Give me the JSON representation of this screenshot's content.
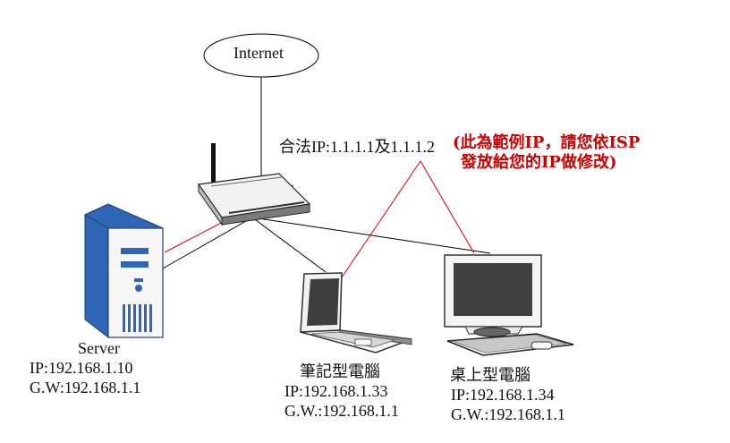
{
  "internet": {
    "label": "Internet"
  },
  "router": {
    "label": "合法IP:1.1.1.1及1.1.1.2"
  },
  "note": {
    "line1": "(此為範例IP，請您依ISP",
    "line2": "發放給您的IP做修改)"
  },
  "server": {
    "name": "Server",
    "ip": "IP:192.168.1.10",
    "gw": "G.W:192.168.1.1"
  },
  "laptop": {
    "name": "筆記型電腦",
    "ip": "IP:192.168.1.33",
    "gw": "G.W.:192.168.1.1"
  },
  "desktop": {
    "name": "桌上型電腦",
    "ip": "IP:192.168.1.34",
    "gw": "G.W.:192.168.1.1"
  },
  "colors": {
    "lan_line": "#000000",
    "public_ip_line": "#dd0000",
    "note_text": "#cc0000",
    "server_blue": "#2f66b8"
  }
}
